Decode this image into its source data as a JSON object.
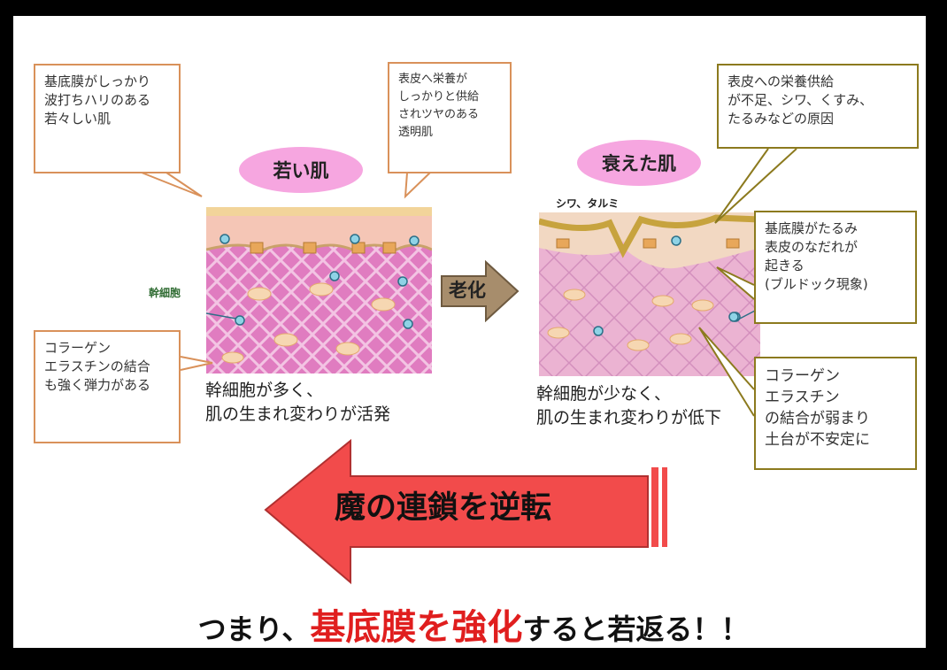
{
  "young": {
    "title": "若い肌",
    "stem_label": "幹細胞",
    "caption": "幹細胞が多く、\n肌の生まれ変わりが活発"
  },
  "aged": {
    "title": "衰えた肌",
    "wrinkle_label": "シワ、タルミ",
    "caption": "幹細胞が少なく、\n肌の生まれ変わりが低下"
  },
  "aging_arrow_label": "老化",
  "callouts": {
    "young_basement": "基底膜がしっかり\n波打ちハリのある\n若々しい肌",
    "young_epidermis": "表皮へ栄養が\nしっかりと供給\nされツヤのある\n透明肌",
    "young_collagen": "コラーゲン\nエラスチンの結合\nも強く弾力がある",
    "aged_nutrition": "表皮への栄養供給\nが不足、シワ、くすみ、\nたるみなどの原因",
    "aged_basement": "基底膜がたるみ\n表皮のなだれが\n起きる\n(ブルドック現象)",
    "aged_collagen": "コラーゲン\nエラスチン\nの結合が弱まり\n土台が不安定に"
  },
  "reverse_arrow_label": "魔の連鎖を逆転",
  "conclusion": {
    "prefix": "つまり、",
    "highlight": "基底膜を強化",
    "suffix": "すると若返る！！"
  },
  "colors": {
    "pill": "#f6a6e0",
    "young_dermis": "#e07cc0",
    "aged_dermis": "#ebb3d2",
    "epidermis": "#f5c6b6",
    "big_arrow": "#f24b4b",
    "callout_orange": "#d9915a",
    "callout_olive": "#8c7a1e",
    "highlight_red": "#e01e1e"
  }
}
